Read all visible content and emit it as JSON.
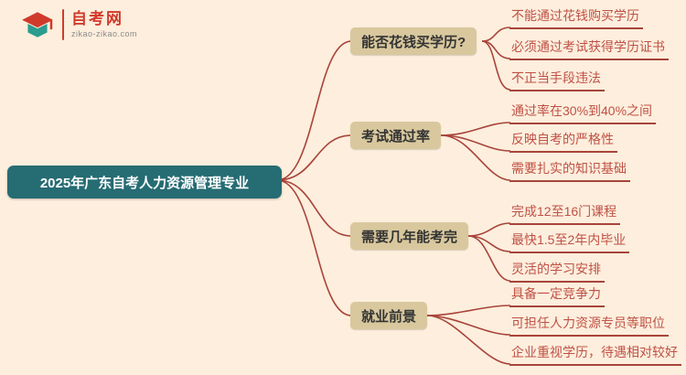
{
  "logo": {
    "site_name": "自考网",
    "site_url": "zikao-zikao.com"
  },
  "root": {
    "label": "2025年广东自考人力资源管理专业"
  },
  "branches": [
    {
      "label": "能否花钱买学历?",
      "leaves": [
        "不能通过花钱购买学历",
        "必须通过考试获得学历证书",
        "不正当手段违法"
      ]
    },
    {
      "label": "考试通过率",
      "leaves": [
        "通过率在30%到40%之间",
        "反映自考的严格性",
        "需要扎实的知识基础"
      ]
    },
    {
      "label": "需要几年能考完",
      "leaves": [
        "完成12至16门课程",
        "最快1.5至2年内毕业",
        "灵活的学习安排"
      ]
    },
    {
      "label": "就业前景",
      "leaves": [
        "具备一定竞争力",
        "可担任人力资源专员等职位",
        "企业重视学历，待遇相对较好"
      ]
    }
  ],
  "colors": {
    "bg": "#fdeedd",
    "root_bg": "#266c73",
    "root_text": "#ffffff",
    "branch_bg": "#d9c89e",
    "branch_text": "#333333",
    "leaf_text": "#bf5145",
    "line": "#a8443a",
    "logo_red": "#d03a2b",
    "logo_teal": "#2a9d8f",
    "url_gray": "#8a8a8a"
  }
}
